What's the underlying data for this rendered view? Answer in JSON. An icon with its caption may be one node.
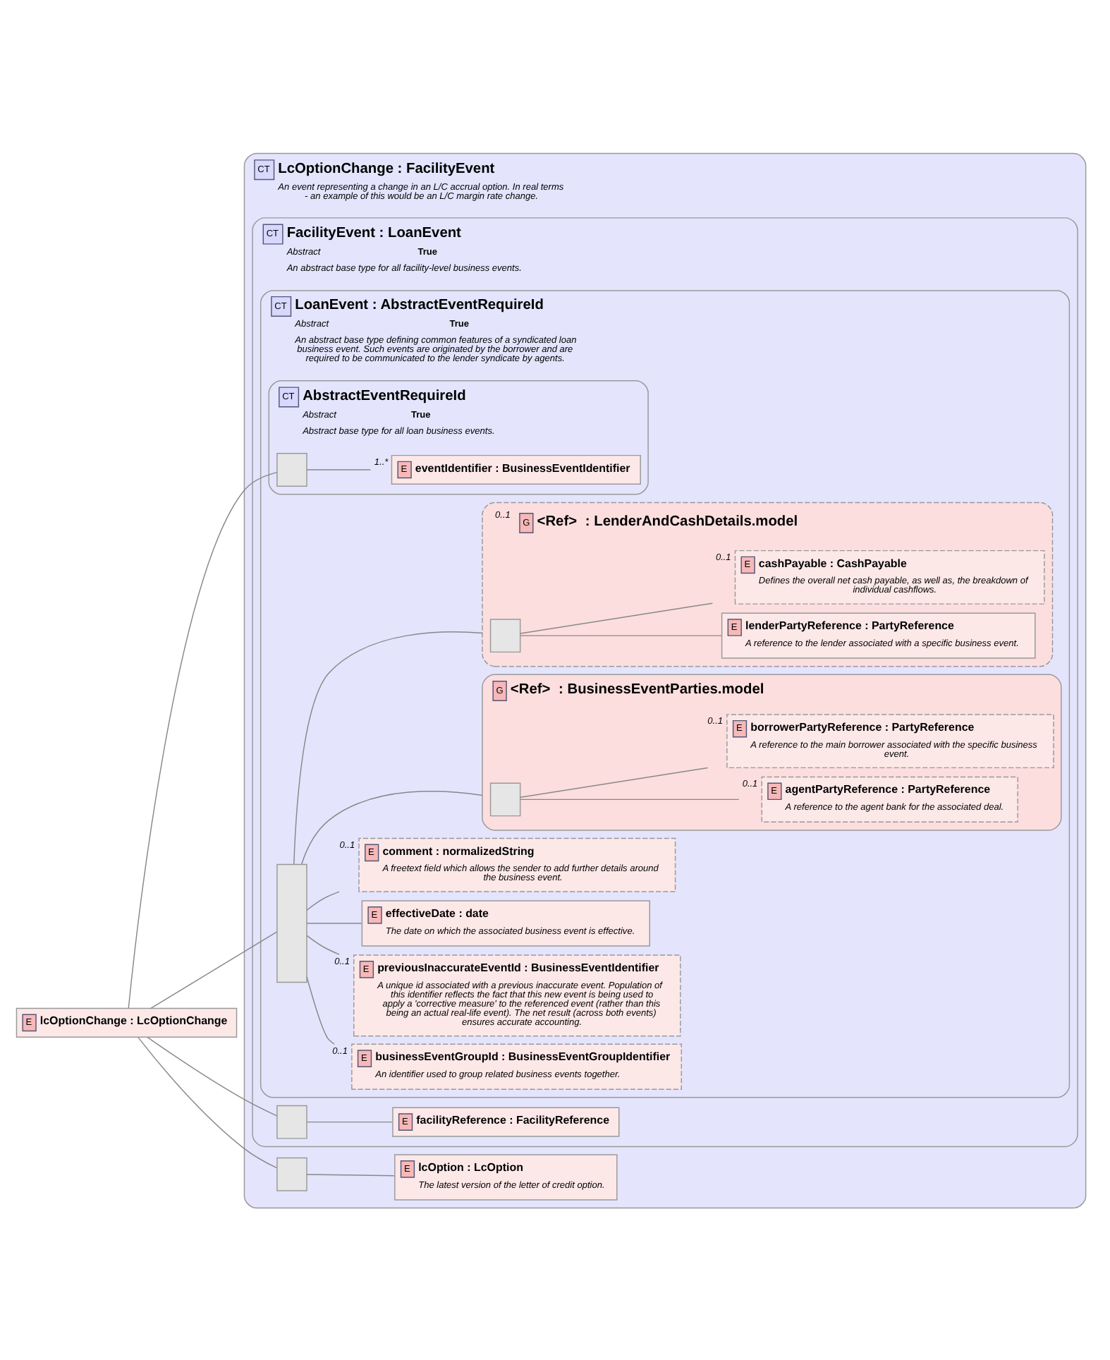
{
  "diagram": {
    "nodes": [
      {
        "text": [
          "E",
          "lcOptionChange : LcOptionChange"
        ]
      },
      {
        "text": [
          "CT",
          "LcOptionChange : FacilityEvent",
          "An event representing a change in an L/C accrual option. In real terms - an example of this would be an L/C margin rate change."
        ]
      },
      {
        "text": [
          "CT",
          "FacilityEvent : LoanEvent",
          "Abstract",
          "True",
          "An abstract base type for all facility-level business events."
        ],
        "in": 1
      },
      {
        "text": [
          "CT",
          "LoanEvent : AbstractEventRequireId",
          "Abstract",
          "True",
          "An abstract base type defining common features of a syndicated loan business event. Such events are originated by the borrower and are required to be communicated to the lender syndicate by agents."
        ],
        "in": 2
      },
      {
        "text": [
          "CT",
          "AbstractEventRequireId",
          "Abstract",
          "True",
          "Abstract base type for all loan business events."
        ],
        "in": 3
      },
      {
        "text": [],
        "shape": "box",
        "in": 4
      },
      {
        "text": [
          "E",
          "eventIdentifier : BusinessEventIdentifier"
        ],
        "beside": [
          "1..*"
        ],
        "in": 4
      },
      {
        "text": [],
        "shape": "box",
        "in": 3
      },
      {
        "text": [
          "E",
          "businessEventGroupId : BusinessEventGroupIdentifier",
          "An identifier used to group related business events together."
        ],
        "beside": [
          "0..1"
        ],
        "in": 3
      },
      {
        "text": [
          "E",
          "previousInaccurateEventId : BusinessEventIdentifier",
          "A unique id associated with a previous inaccurate event. Population of this identifier reflects the fact that this new event is being used to apply a 'corrective measure' to the referenced event (rather than this being an actual real-life event). The net result (across both events) ensures accurate accounting."
        ],
        "beside": [
          "0..1"
        ],
        "in": 3
      },
      {
        "text": [
          "G",
          "<Ref>",
          ": BusinessEventParties.model"
        ],
        "in": 3
      },
      {
        "text": [],
        "shape": "box",
        "in": 10
      },
      {
        "text": [
          "E",
          "agentPartyReference : PartyReference",
          "A reference to the agent bank for the associated deal."
        ],
        "beside": [
          "0..1"
        ],
        "in": 10
      },
      {
        "text": [
          "E",
          "borrowerPartyReference : PartyReference",
          "A reference to the main borrower associated with the specific business event."
        ],
        "beside": [
          "0..1"
        ],
        "in": 10
      },
      {
        "text": [
          "E",
          "effectiveDate : date",
          "The date on which the associated business event is effective."
        ],
        "in": 3
      },
      {
        "text": [
          "G",
          "<Ref>",
          ": LenderAndCashDetails.model"
        ],
        "beside": [
          "0..1"
        ],
        "in": 3
      },
      {
        "text": [],
        "shape": "box",
        "in": 15
      },
      {
        "text": [
          "E",
          "lenderPartyReference : PartyReference",
          "A reference to the lender associated with a specific business event."
        ],
        "in": 15
      },
      {
        "text": [
          "E",
          "cashPayable : CashPayable",
          "Defines the overall net cash payable, as well as, the breakdown of individual cashflows."
        ],
        "beside": [
          "0..1"
        ],
        "in": 15
      },
      {
        "text": [
          "E",
          "comment : normalizedString",
          "A freetext field which allows the sender to add further details around the business event."
        ],
        "beside": [
          "0..1"
        ],
        "in": 3
      },
      {
        "text": [],
        "shape": "box",
        "in": 2
      },
      {
        "text": [
          "E",
          "facilityReference : FacilityReference"
        ],
        "in": 2
      },
      {
        "text": [],
        "shape": "box",
        "in": 1
      },
      {
        "text": [
          "E",
          "lcOption : LcOption",
          "The latest version of the letter of credit option."
        ],
        "in": 1
      }
    ],
    "edges": [
      {
        "from": 0,
        "to": 5,
        "arrow": "none"
      },
      {
        "from": 0,
        "to": 7,
        "arrow": "none"
      },
      {
        "from": 0,
        "to": 20,
        "arrow": "none"
      },
      {
        "from": 0,
        "to": 22,
        "arrow": "none"
      },
      {
        "from": 5,
        "to": 6,
        "arrow": "none"
      },
      {
        "from": 7,
        "to": 8,
        "arrow": "none"
      },
      {
        "from": 7,
        "to": 9,
        "arrow": "none"
      },
      {
        "from": 7,
        "to": 10,
        "arrow": "none"
      },
      {
        "from": 11,
        "to": 12,
        "arrow": "none"
      },
      {
        "from": 11,
        "to": 13,
        "arrow": "none"
      },
      {
        "from": 7,
        "to": 14,
        "arrow": "none"
      },
      {
        "from": 7,
        "to": 15,
        "arrow": "none"
      },
      {
        "from": 16,
        "to": 17,
        "arrow": "none"
      },
      {
        "from": 16,
        "to": 18,
        "arrow": "none"
      },
      {
        "from": 7,
        "to": 19,
        "arrow": "none"
      },
      {
        "from": 20,
        "to": 21,
        "arrow": "none"
      },
      {
        "from": 22,
        "to": 23,
        "arrow": "none"
      }
    ]
  }
}
